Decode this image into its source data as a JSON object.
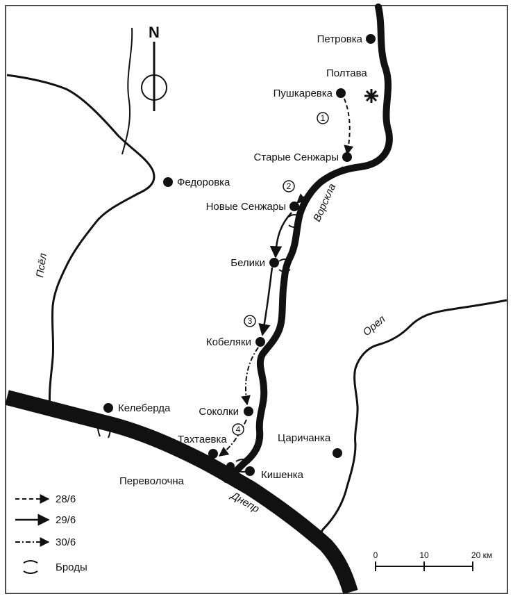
{
  "compass": {
    "north_letter": "N"
  },
  "cities": {
    "petrovka": "Петровка",
    "poltava": "Полтава",
    "pushkarevka": "Пушкаревка",
    "starye_senzhary": "Старые Сенжары",
    "fedorovka": "Федоровка",
    "novye_senzhary": "Новые Сенжары",
    "beliki": "Белики",
    "kobelyaki": "Кобеляки",
    "keleberda": "Келеберда",
    "sokolki": "Соколки",
    "takhtaevka": "Тахтаевка",
    "tsarichanka": "Царичанка",
    "kishenka": "Кишенка",
    "perevolochna": "Переволочна"
  },
  "rivers": {
    "psel": "Псёл",
    "vorskla": "Ворскла",
    "orel": "Орел",
    "dnepr": "Днепр"
  },
  "route_numbers": [
    "1",
    "2",
    "3",
    "4"
  ],
  "legend": {
    "items": [
      {
        "label": "28/6",
        "style": "dashed"
      },
      {
        "label": "29/6",
        "style": "solid"
      },
      {
        "label": "30/6",
        "style": "dash-dot"
      },
      {
        "label": "Броды",
        "style": "ford"
      }
    ]
  },
  "scale": {
    "ticks": [
      "0",
      "10",
      "20 км"
    ]
  },
  "colors": {
    "ink": "#111111",
    "background": "#ffffff"
  }
}
